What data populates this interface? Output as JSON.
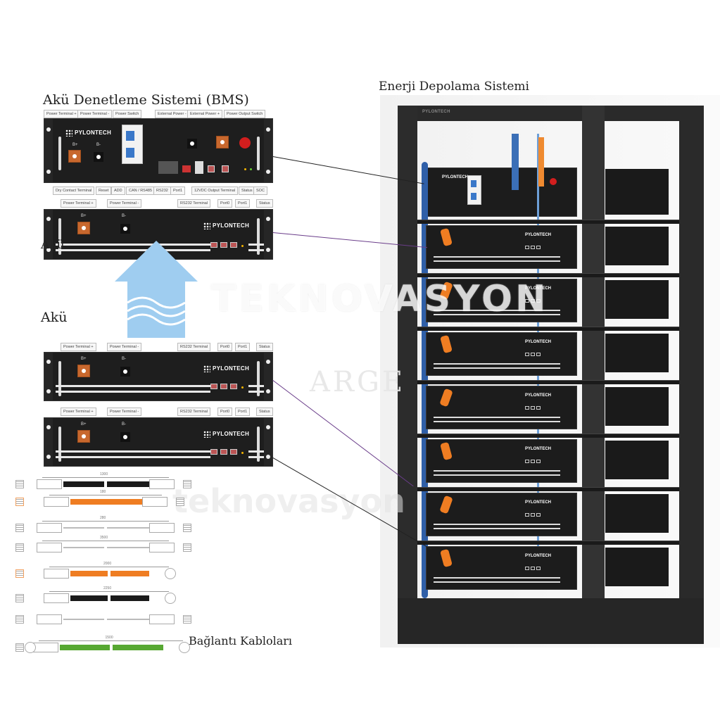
{
  "titles": {
    "bms": "Akü Denetleme Sistemi (BMS)",
    "energy_storage": "Enerji Depolama Sistemi",
    "battery_top": "Akü",
    "battery": "Akü",
    "cables": "Bağlantı Kabloları"
  },
  "watermark": {
    "line1": "TEKNOVASYON",
    "line2": "ARGE",
    "line3": "teknovasyon"
  },
  "bms_panel": {
    "brand": "PYLONTECH",
    "top_labels": [
      "Power Terminal +",
      "Power Terminal -",
      "Power Switch",
      "External Power -",
      "External Power +",
      "Power Output Switch"
    ],
    "bottom_labels": [
      "Dry Contact Terminal",
      "Reset",
      "ADD",
      "CAN / RS485",
      "RS232",
      "Port1",
      "12VDC Output Terminal",
      "Status",
      "SOC"
    ],
    "terminal_pos": "B+",
    "terminal_neg": "B-"
  },
  "battery_panel": {
    "brand": "PYLONTECH",
    "labels": [
      "Power Terminal +",
      "Power Terminal -",
      "RS232 Terminal",
      "Port0",
      "Port1",
      "Status"
    ],
    "terminal_pos": "B+",
    "terminal_neg": "B-"
  },
  "rack": {
    "brand": "PYLONTECH",
    "module_count": 7
  },
  "cables": [
    {
      "type": "black power cable (connector-connector)",
      "length": "1300",
      "color": "#1a1a1a"
    },
    {
      "type": "orange power cable (connector-connector)",
      "length": "180",
      "color": "#ef7d22"
    },
    {
      "type": "network cable",
      "length": "280",
      "color": "#e6e6e6"
    },
    {
      "type": "network cable",
      "length": "3500",
      "color": "#e6e6e6"
    },
    {
      "type": "orange power cable (connector-ring)",
      "length": "2000",
      "color": "#ef7d22"
    },
    {
      "type": "black power cable (connector-ring)",
      "length": "2250",
      "color": "#1a1a1a"
    },
    {
      "type": "AC power cord",
      "length": "",
      "color": "#e6e6e6"
    },
    {
      "type": "green ground cable (ring-ring)",
      "length": "1500",
      "color": "#57a832"
    }
  ],
  "colors": {
    "panel": "#1e1e1e",
    "terminal_orange": "#c8682e",
    "arrow_blue": "#9fcdf0",
    "leader_red": "#b42020"
  }
}
